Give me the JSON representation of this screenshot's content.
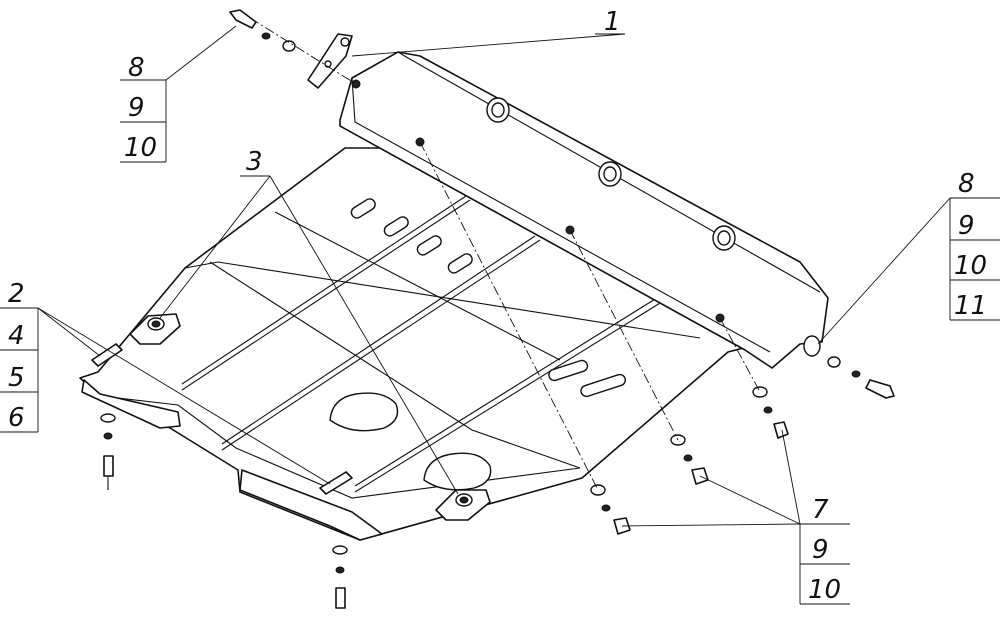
{
  "callouts": {
    "left_top": [
      "8",
      "9",
      "10"
    ],
    "left_side": [
      "2",
      "4",
      "5",
      "6"
    ],
    "right_top": [
      "8",
      "9",
      "10",
      "11"
    ],
    "right_bottom": [
      "7",
      "9",
      "10"
    ],
    "part_1": "1",
    "part_3": "3"
  }
}
